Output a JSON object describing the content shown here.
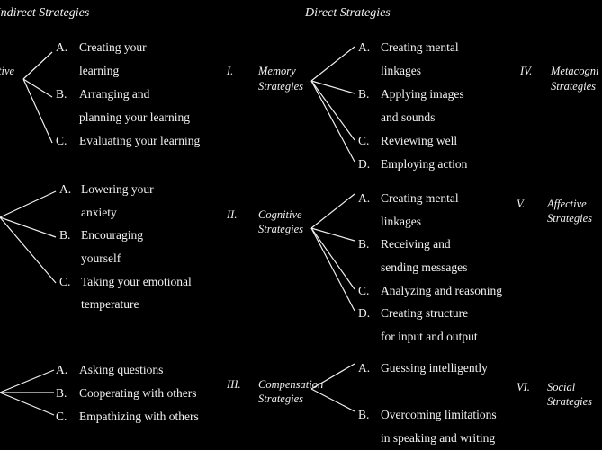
{
  "headers": {
    "indirect": "Indirect Strategies",
    "direct": "Direct Strategies"
  },
  "indirect": {
    "group1": {
      "label_fragment": "tive",
      "items": [
        {
          "letter": "A.",
          "lines": [
            "Creating your",
            "learning"
          ]
        },
        {
          "letter": "B.",
          "lines": [
            "Arranging and",
            "planning your learning"
          ]
        },
        {
          "letter": "C.",
          "lines": [
            "Evaluating your learning"
          ]
        }
      ]
    },
    "group2": {
      "items": [
        {
          "letter": "A.",
          "lines": [
            "Lowering your",
            "anxiety"
          ]
        },
        {
          "letter": "B.",
          "lines": [
            "Encouraging",
            "yourself"
          ]
        },
        {
          "letter": "C.",
          "lines": [
            "Taking your emotional",
            "temperature"
          ]
        }
      ]
    },
    "group3": {
      "items": [
        {
          "letter": "A.",
          "lines": [
            "Asking questions"
          ]
        },
        {
          "letter": "B.",
          "lines": [
            "Cooperating with others"
          ]
        },
        {
          "letter": "C.",
          "lines": [
            "Empathizing with others"
          ]
        }
      ]
    }
  },
  "direct": {
    "memory": {
      "numeral": "I.",
      "name_lines": [
        "Memory",
        "Strategies"
      ],
      "items": [
        {
          "letter": "A.",
          "lines": [
            "Creating mental",
            "linkages"
          ]
        },
        {
          "letter": "B.",
          "lines": [
            "Applying images",
            "and sounds"
          ]
        },
        {
          "letter": "C.",
          "lines": [
            "Reviewing well"
          ]
        },
        {
          "letter": "D.",
          "lines": [
            "Employing action"
          ]
        }
      ]
    },
    "cognitive": {
      "numeral": "II.",
      "name_lines": [
        "Cognitive",
        "Strategies"
      ],
      "items": [
        {
          "letter": "A.",
          "lines": [
            "Creating mental",
            "linkages"
          ]
        },
        {
          "letter": "B.",
          "lines": [
            "Receiving and",
            "sending messages"
          ]
        },
        {
          "letter": "C.",
          "lines": [
            "Analyzing and reasoning"
          ]
        },
        {
          "letter": "D.",
          "lines": [
            "Creating structure",
            "for input and output"
          ]
        }
      ]
    },
    "compensation": {
      "numeral": "III.",
      "name_lines": [
        "Compensation",
        "Strategies"
      ],
      "items": [
        {
          "letter": "A.",
          "lines": [
            "Guessing intelligently"
          ]
        },
        {
          "letter": "B.",
          "lines": [
            "Overcoming limitations",
            "in speaking and writing"
          ]
        }
      ]
    }
  },
  "right_column": {
    "metacognitive": {
      "numeral": "IV.",
      "name_lines": [
        "Metacogni",
        "Strategies"
      ]
    },
    "affective": {
      "numeral": "V.",
      "name_lines": [
        "Affective",
        "Strategies"
      ]
    },
    "social": {
      "numeral": "VI.",
      "name_lines": [
        "Social",
        "Strategies"
      ]
    }
  }
}
